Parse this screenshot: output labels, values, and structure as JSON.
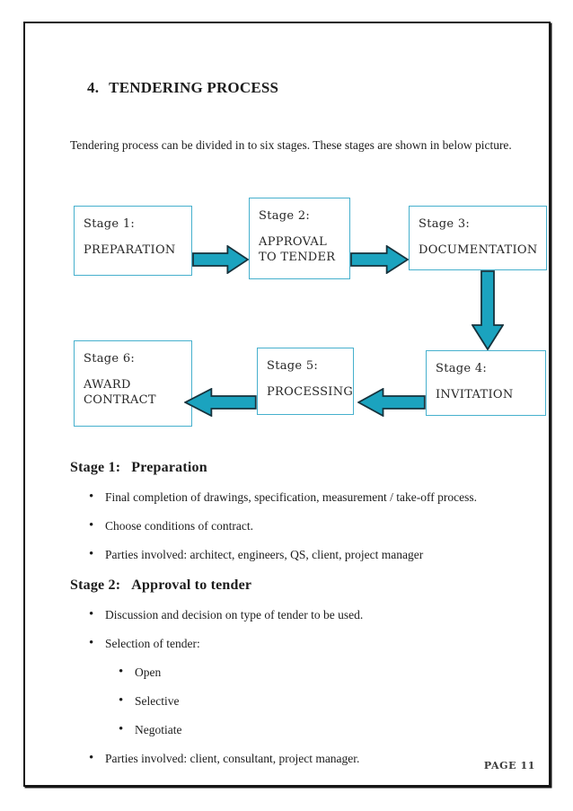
{
  "page": {
    "title": {
      "number": "4.",
      "text": "TENDERING PROCESS"
    },
    "intro": "Tendering process can be divided in to six stages. These stages are shown in below picture.",
    "page_number": "PAGE 11"
  },
  "diagram": {
    "boxes": [
      {
        "stage": "Stage 1:",
        "name": "PREPARATION"
      },
      {
        "stage": "Stage 2:",
        "name": "APPROVAL TO TENDER"
      },
      {
        "stage": "Stage 3:",
        "name": "DOCUMENTATION"
      },
      {
        "stage": "Stage 4:",
        "name": "INVITATION"
      },
      {
        "stage": "Stage 5:",
        "name": "PROCESSING"
      },
      {
        "stage": "Stage 6:",
        "name": "AWARD CONTRACT"
      }
    ],
    "connections": [
      {
        "from": "Stage 1",
        "to": "Stage 2",
        "direction": "right"
      },
      {
        "from": "Stage 2",
        "to": "Stage 3",
        "direction": "right"
      },
      {
        "from": "Stage 3",
        "to": "Stage 4",
        "direction": "down"
      },
      {
        "from": "Stage 4",
        "to": "Stage 5",
        "direction": "left"
      },
      {
        "from": "Stage 5",
        "to": "Stage 6",
        "direction": "left"
      }
    ]
  },
  "sections": [
    {
      "heading": {
        "label": "Stage 1:",
        "title": "Preparation"
      },
      "bullets": [
        "Final completion of drawings, specification, measurement / take-off process.",
        "Choose conditions of contract.",
        "Parties involved: architect, engineers, QS, client, project manager"
      ]
    },
    {
      "heading": {
        "label": "Stage 2:",
        "title": "Approval to tender"
      },
      "bullets": [
        "Discussion and decision on type of tender to be used.",
        "Selection of tender:"
      ],
      "sub_bullets": [
        "Open",
        "Selective",
        "Negotiate"
      ],
      "bullets_after": [
        "Parties involved: client, consultant, project manager."
      ]
    }
  ],
  "colors": {
    "arrow_fill": "#1ba3bf",
    "arrow_outline": "#16323c",
    "box_border": "#46b0cd",
    "page_border": "#161616"
  }
}
